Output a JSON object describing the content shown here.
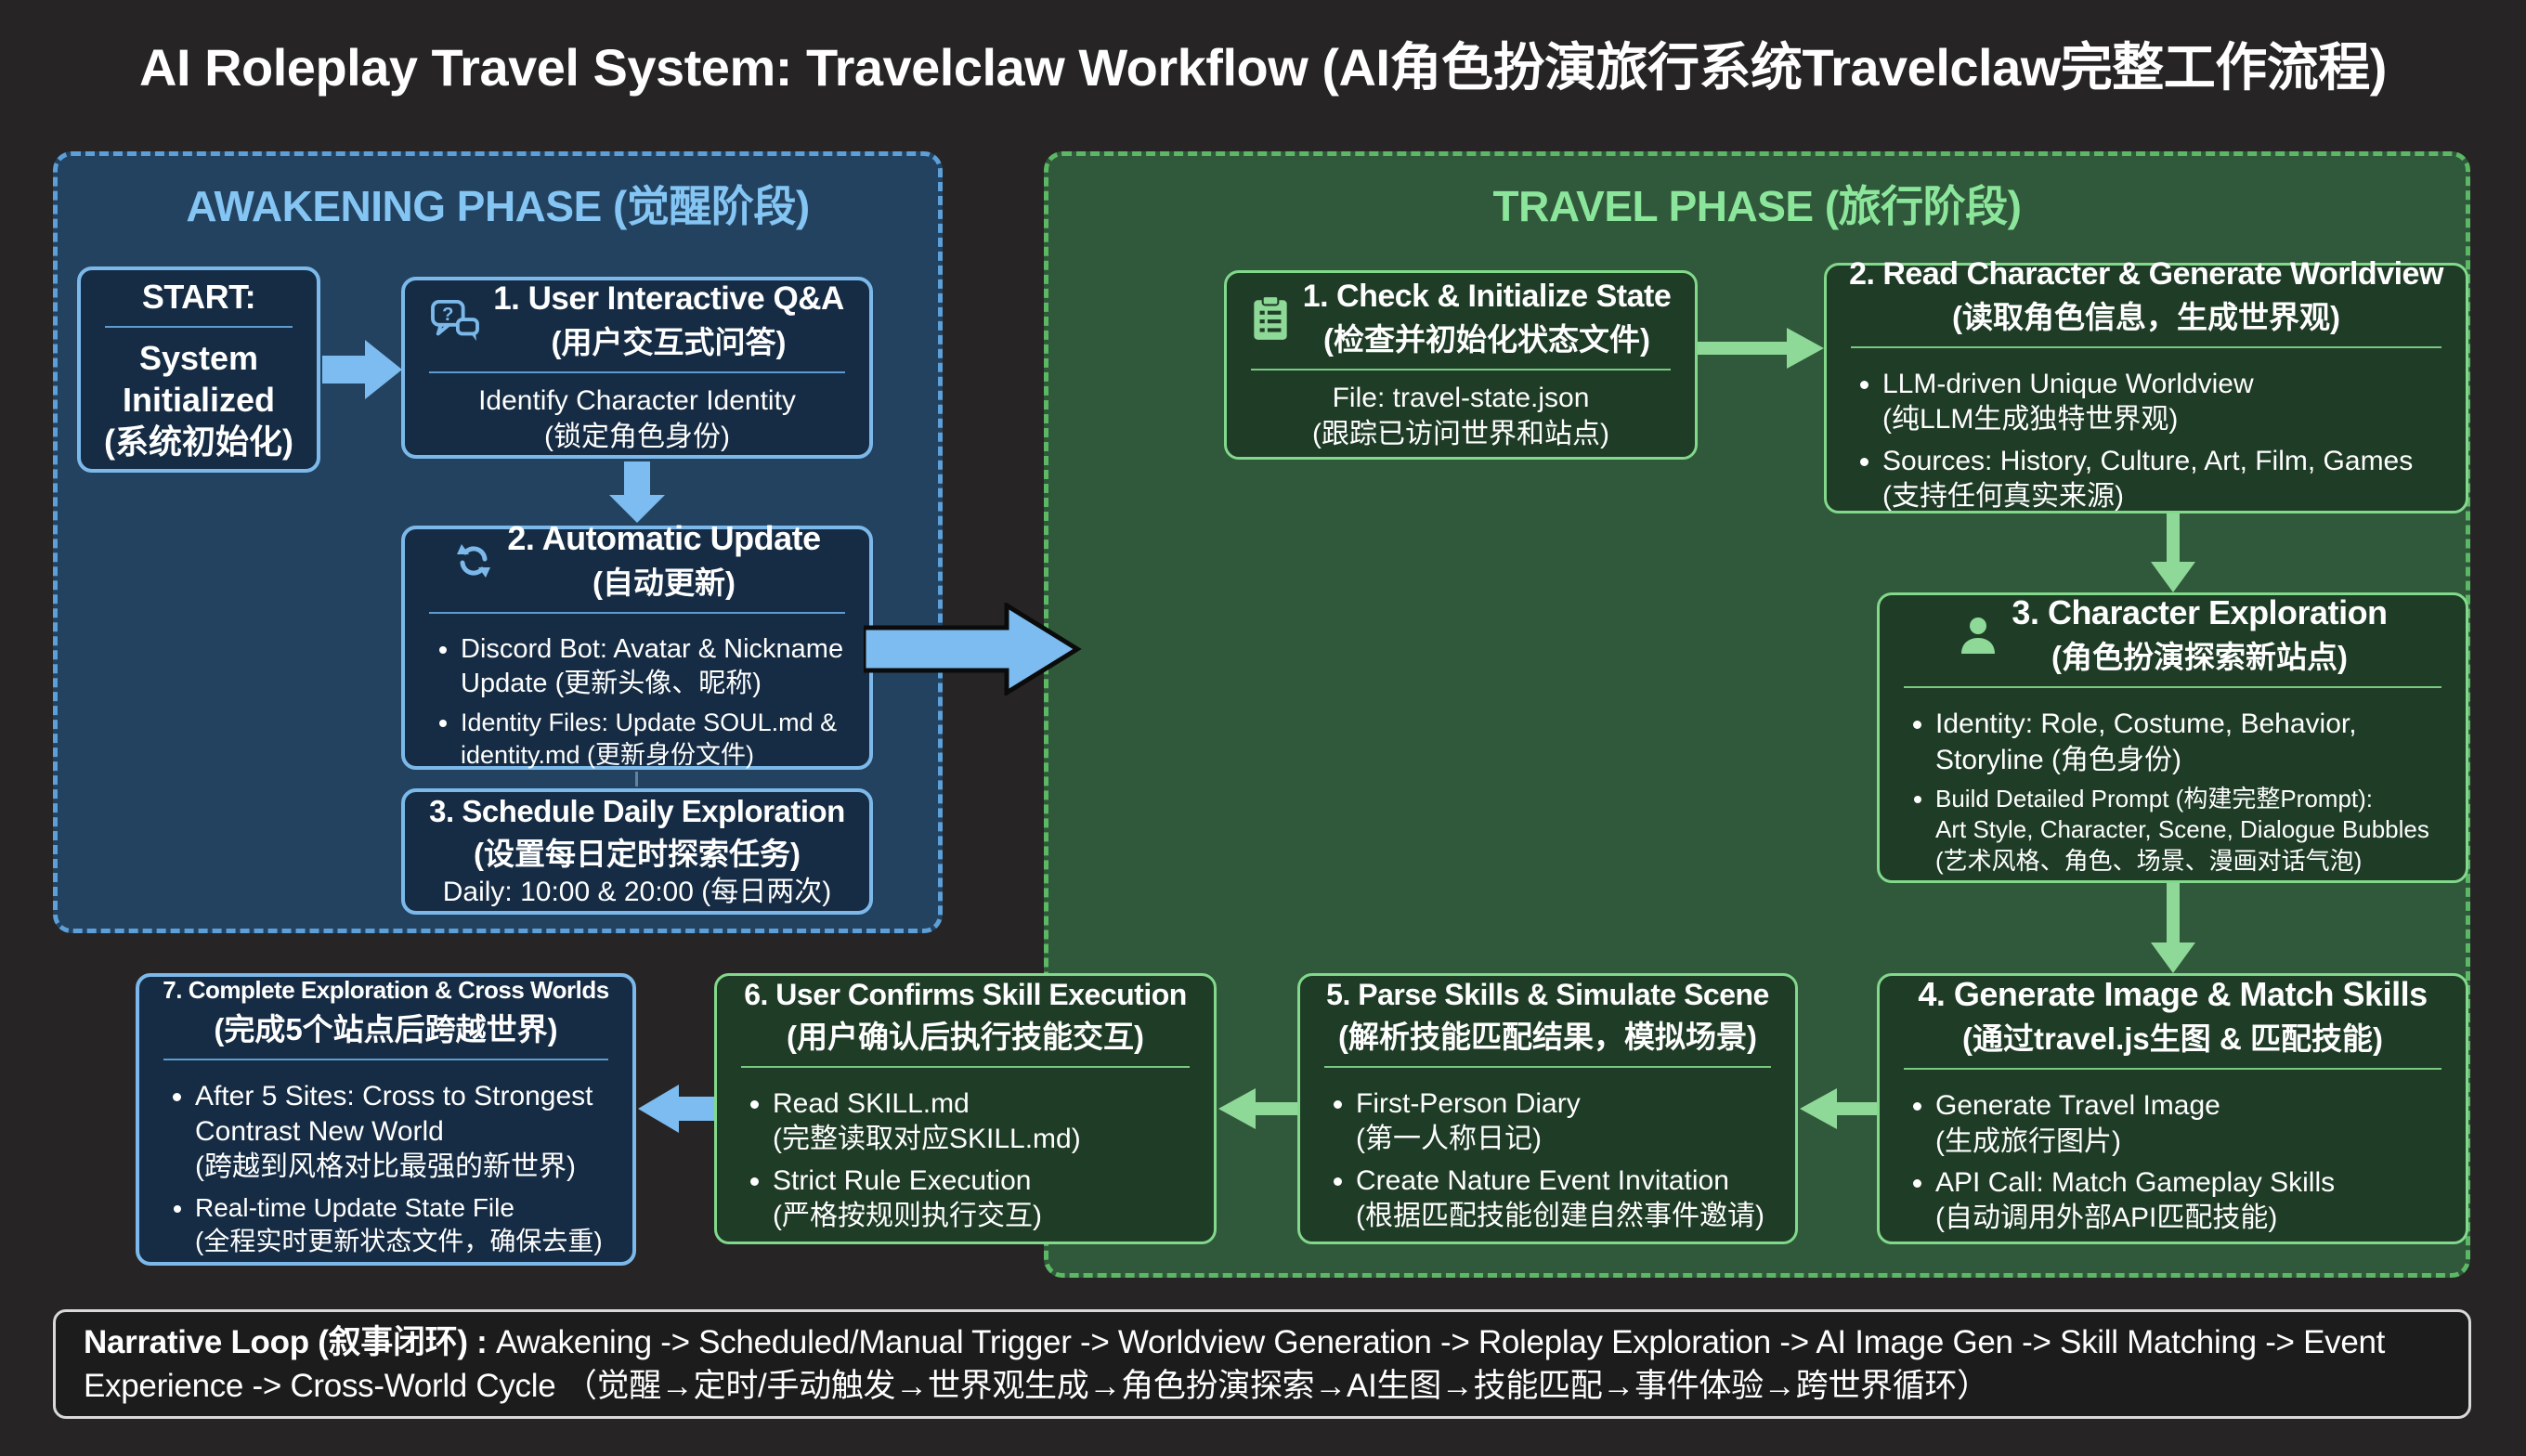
{
  "title": "AI Roleplay Travel System: Travelclaw Workflow (AI角色扮演旅行系统Travelclaw完整工作流程)",
  "awakening": {
    "header": "AWAKENING PHASE (觉醒阶段)",
    "start": {
      "label": "START:",
      "body": "System\nInitialized\n(系统初始化)"
    },
    "box1": {
      "title_en": "1. User Interactive Q&A",
      "title_zh": "(用户交互式问答)",
      "icon": "chat-question-icon",
      "body": "Identify Character Identity\n(锁定角色身份)"
    },
    "box2": {
      "title_en": "2. Automatic Update",
      "title_zh": "(自动更新)",
      "icon": "refresh-icon",
      "bullets": [
        "Discord Bot: Avatar & Nickname\nUpdate (更新头像、昵称)",
        "Identity Files: Update SOUL.md &\nidentity.md (更新身份文件)"
      ]
    },
    "box3": {
      "title_en": "3. Schedule Daily Exploration",
      "title_zh": "(设置每日定时探索任务)",
      "body": "Daily: 10:00 & 20:00 (每日两次)"
    }
  },
  "travel": {
    "header": "TRAVEL PHASE (旅行阶段)",
    "box1": {
      "title_en": "1. Check & Initialize State",
      "title_zh": "(检查并初始化状态文件)",
      "icon": "clipboard-icon",
      "body": "File: travel-state.json\n(跟踪已访问世界和站点)"
    },
    "box2": {
      "title_en": "2. Read Character & Generate Worldview",
      "title_zh": "(读取角色信息，生成世界观)",
      "bullets": [
        "LLM-driven Unique Worldview\n(纯LLM生成独特世界观)",
        "Sources: History, Culture, Art, Film, Games\n(支持任何真实来源)"
      ]
    },
    "box3": {
      "title_en": "3. Character Exploration",
      "title_zh": "(角色扮演探索新站点)",
      "icon": "person-icon",
      "bullets": [
        "Identity: Role, Costume, Behavior,\nStoryline (角色身份)",
        "Build Detailed Prompt (构建完整Prompt):\nArt Style, Character, Scene, Dialogue Bubbles\n(艺术风格、角色、场景、漫画对话气泡)"
      ]
    },
    "box4": {
      "title_en": "4. Generate Image & Match Skills",
      "title_zh": "(通过travel.js生图 & 匹配技能)",
      "bullets": [
        "Generate Travel Image\n(生成旅行图片)",
        "API Call: Match Gameplay Skills\n(自动调用外部API匹配技能)"
      ]
    },
    "box5": {
      "title_en": "5. Parse Skills & Simulate Scene",
      "title_zh": "(解析技能匹配结果，模拟场景)",
      "bullets": [
        "First-Person Diary\n(第一人称日记)",
        "Create Nature Event Invitation\n(根据匹配技能创建自然事件邀请)"
      ]
    },
    "box6": {
      "title_en": "6. User Confirms Skill Execution",
      "title_zh": "(用户确认后执行技能交互)",
      "bullets": [
        "Read SKILL.md\n(完整读取对应SKILL.md)",
        "Strict Rule Execution\n(严格按规则执行交互)"
      ]
    }
  },
  "box7": {
    "title_en": "7. Complete Exploration & Cross Worlds",
    "title_zh": "(完成5个站点后跨越世界)",
    "bullets": [
      "After 5 Sites: Cross to Strongest\nContrast New World\n(跨越到风格对比最强的新世界)",
      "Real-time Update State File\n(全程实时更新状态文件，确保去重)"
    ]
  },
  "footer": {
    "bold": "Narrative Loop (叙事闭环) : ",
    "rest": "Awakening -> Scheduled/Manual Trigger -> Worldview Generation -> Roleplay Exploration -> AI Image Gen -> Skill Matching -> Event Experience -> Cross-World Cycle （觉醒→定时/手动触发→世界观生成→角色扮演探索→AI生图→技能匹配→事件体验→跨世界循环）"
  },
  "colors": {
    "background": "#262424",
    "blue_accent": "#7cb9ea",
    "blue_arrow": "#7cbcf0",
    "blue_box_fill": "#152c44",
    "blue_container_fill": "#23425f",
    "blue_header_text": "#84c5f4",
    "green_accent": "#82d88b",
    "green_arrow": "#8fd998",
    "green_box_fill": "#1e3c26",
    "green_container_fill": "#30583a",
    "green_header_text": "#8be69b",
    "footer_border": "#d9d9d9",
    "footer_fill": "#1c1c1c"
  }
}
